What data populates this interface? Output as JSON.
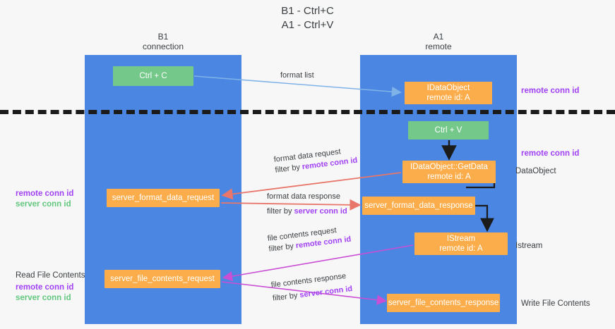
{
  "title": {
    "line1": "B1 - Ctrl+C",
    "line2": "A1 - Ctrl+V"
  },
  "lanes": [
    {
      "id": "b1",
      "name": "B1",
      "sub": "connection"
    },
    {
      "id": "a1",
      "name": "A1",
      "sub": "remote"
    }
  ],
  "nodes": {
    "ctrl_c": {
      "label": "Ctrl + C",
      "color": "#74c98a"
    },
    "idataobject": {
      "label": "IDataObject",
      "sub": "remote id: A",
      "color": "#fbad4b"
    },
    "ctrl_v": {
      "label": "Ctrl + V",
      "color": "#74c98a"
    },
    "getdata": {
      "label": "IDataObject::GetData",
      "sub": "remote id: A",
      "color": "#fbad4b"
    },
    "format_data_request": {
      "label": "server_format_data_request",
      "color": "#fbad4b"
    },
    "format_data_response": {
      "label": "server_format_data_response",
      "color": "#fbad4b"
    },
    "istream": {
      "label": "IStream",
      "sub": "remote id: A",
      "color": "#fbad4b"
    },
    "file_contents_request": {
      "label": "server_file_contents_request",
      "color": "#fbad4b"
    },
    "file_contents_response": {
      "label": "server_file_contents_response",
      "color": "#fbad4b"
    }
  },
  "edges": {
    "format_list": {
      "text": "format list"
    },
    "format_data_request": {
      "text": "format data request",
      "filter_prefix": "filter by ",
      "filter_id": "remote conn id"
    },
    "format_data_response": {
      "text": "format data response",
      "filter_prefix": "filter by ",
      "filter_id": "server conn id"
    },
    "file_contents_request": {
      "text": "file contents request",
      "filter_prefix": "filter by ",
      "filter_id": "remote conn id"
    },
    "file_contents_response": {
      "text": "file contents response",
      "filter_prefix": "filter by ",
      "filter_id": "server conn id"
    }
  },
  "annotations": {
    "remote_conn_id_top": "remote conn id",
    "remote_conn_id_mid": "remote conn id",
    "dataobject": "DataObject",
    "istream": "Istream",
    "write_file_contents": "Write File Contents",
    "read_file_contents": "Read File Contents",
    "left_remote_conn_id_1": "remote conn id",
    "left_server_conn_id_1": "server conn id",
    "left_remote_conn_id_2": "remote conn id",
    "left_server_conn_id_2": "server conn id"
  },
  "colors": {
    "lane": "#4a86e2",
    "node_green": "#74c98a",
    "node_orange": "#fbad4b",
    "purple_id": "#a142f4",
    "green_id": "#63c77f",
    "arrow_blue": "#7fb3e8",
    "arrow_red": "#e8766a",
    "arrow_magenta": "#c94fd4",
    "arrow_black": "#1b1b1b",
    "divider": "#1b1b1b",
    "background": "#f7f7f7"
  }
}
